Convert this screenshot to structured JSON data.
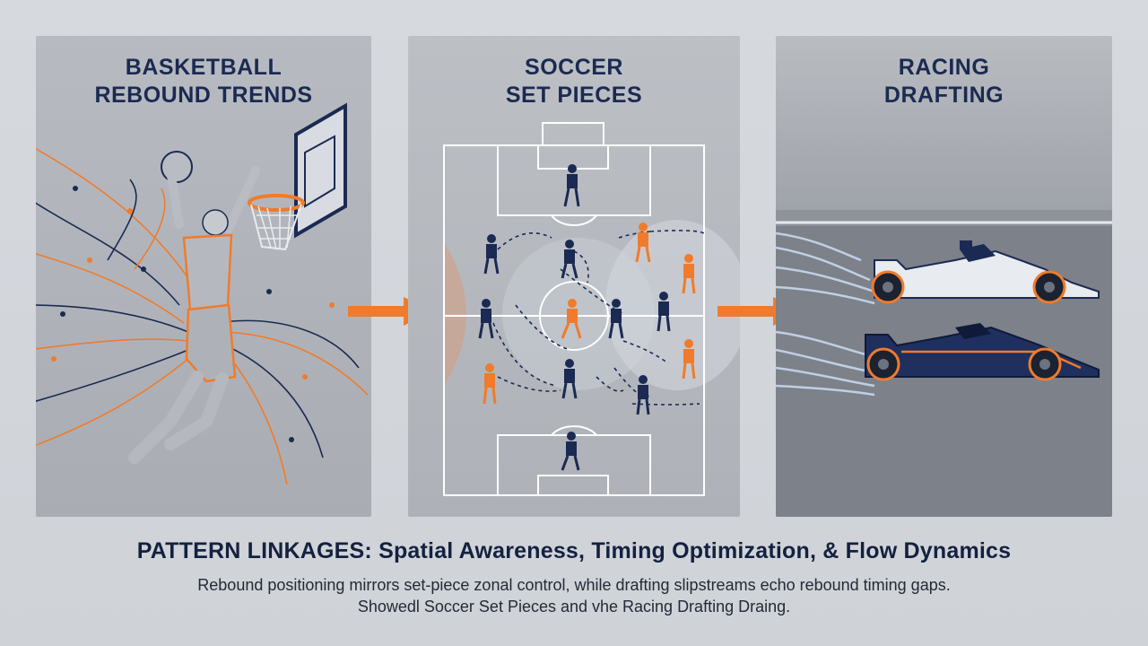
{
  "panels": [
    {
      "title": "BASKETBALL\nREBOUND TRENDS"
    },
    {
      "title": "SOCCER\nSET PIECES"
    },
    {
      "title": "RACING\nDRAFTING"
    }
  ],
  "footer": {
    "title": "PATTERN LINKAGES: Spatial Awareness, Timing Optimization, & Flow Dynamics",
    "line1": "Rebound positioning mirrors set-piece zonal control, while drafting slipstreams echo rebound timing gaps.",
    "line2": "Showedl Soccer Set Pieces and vhe Racing Drafting Draing."
  },
  "colors": {
    "navy": "#1b2a52",
    "orange": "#f07b2c",
    "panel_gray": "#aeb2b8"
  }
}
